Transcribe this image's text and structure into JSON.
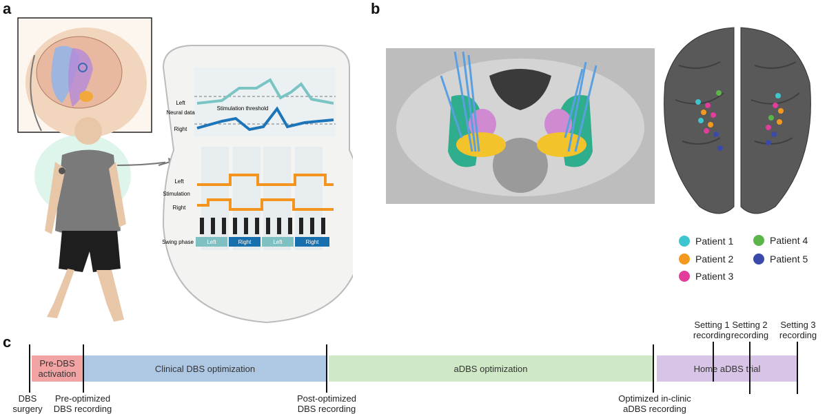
{
  "panels": {
    "a": "a",
    "b": "b",
    "c": "c"
  },
  "device": {
    "neural": {
      "left": "Left",
      "title": "Neural data",
      "right": "Right",
      "threshold": "Stimulation threshold"
    },
    "stimulation": {
      "left": "Left",
      "title": "Stimulation",
      "right": "Right"
    },
    "swing": {
      "title": "Swing phase",
      "phases": [
        "Left",
        "Right",
        "Left",
        "Right"
      ]
    }
  },
  "legend": [
    {
      "label": "Patient 1",
      "color": "#3ec6cf"
    },
    {
      "label": "Patient 2",
      "color": "#f39a1e"
    },
    {
      "label": "Patient 3",
      "color": "#e23d9a"
    },
    {
      "label": "Patient 4",
      "color": "#5cb54a"
    },
    {
      "label": "Patient 5",
      "color": "#3b4aa8"
    }
  ],
  "timeline": {
    "phases": [
      {
        "label": "Pre-DBS activation",
        "color": "#f2a3a3"
      },
      {
        "label": "Clinical DBS optimization",
        "color": "#aec8e4"
      },
      {
        "label": "aDBS optimization",
        "color": "#cfe9c6"
      },
      {
        "label": "Home aDBS trial",
        "color": "#d8c4e6"
      }
    ],
    "bottom_labels": [
      "DBS surgery",
      "Pre-optimized DBS recording",
      "Post-optimized DBS recording",
      "Optimized in-clinic aDBS recording"
    ],
    "top_labels": [
      "Setting 1 recording",
      "Setting 2 recording",
      "Setting 3 recording"
    ]
  }
}
